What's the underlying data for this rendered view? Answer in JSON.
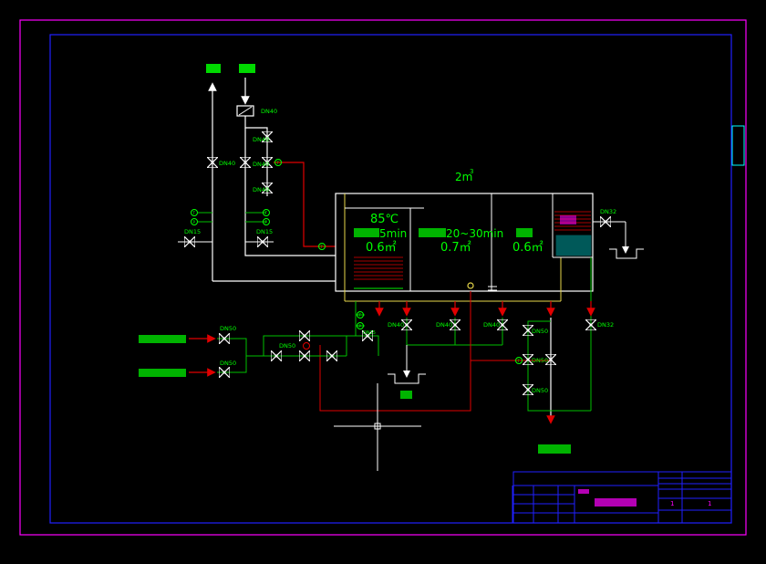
{
  "colors": {
    "background": "#000000",
    "outer_frame": "#ff00ff",
    "inner_frame": "#2020ff",
    "title_block": "#2020ff",
    "pipe_white": "#ffffff",
    "pipe_green": "#00c000",
    "pipe_red": "#e00000",
    "pipe_yellow": "#e8d84a",
    "label_green": "#00ff00",
    "label_magenta": "#ff00ff",
    "accent_cyan": "#00ffff"
  },
  "tank": {
    "capacity_label": "2m",
    "capacity_sup": "3",
    "temperature": "85℃",
    "section1_text": "5min",
    "section1_volume": "0.6㎡",
    "section2_text": "20~30min",
    "section2_volume": "0.7㎡",
    "section3_volume": "0.6㎡"
  },
  "pipes": {
    "dn40_top": "DN40",
    "dn40_v1": "DN40",
    "dn40_v2": "DN40",
    "dn40_v3": "DN40",
    "dn40_left": "DN40",
    "dn15_left": "DN15",
    "dn15_mid": "DN15",
    "dn32_top": "DN32",
    "dn50_in1": "DN50",
    "dn50_in2": "DN50",
    "dn50_mid": "DN50",
    "dn15_small": "DN15",
    "dn40_b1": "DN40",
    "dn40_b2": "DN40",
    "dn40_b3": "DN40",
    "dn50_r1": "DN50",
    "dn50_r2": "DN50",
    "dn50_r3": "DN50",
    "dn32_right": "DN32"
  },
  "instruments": {
    "t_upper": "T",
    "p_upper": "P",
    "t_lower": "T",
    "p_lower": "P",
    "t_red": "T",
    "t_mid": "T",
    "p_mid": "P",
    "t_tank": "T",
    "t_r": "T"
  },
  "title_block": {
    "page_num": "1",
    "page_total": "1"
  }
}
